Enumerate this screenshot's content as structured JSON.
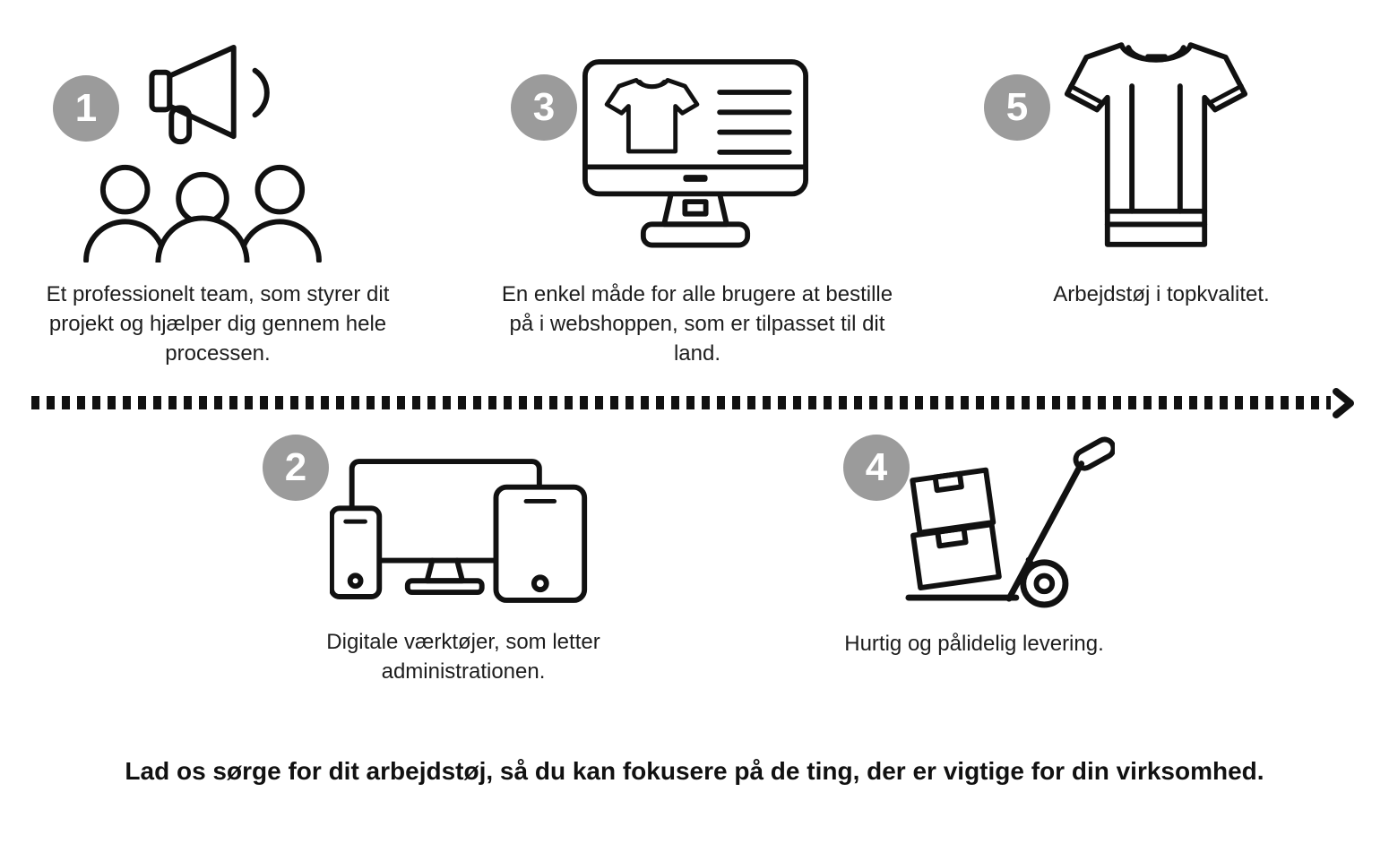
{
  "steps": [
    {
      "number": "1",
      "icon": "megaphone-team-icon",
      "caption": "Et professionelt team, som styrer dit projekt og hjælper dig gennem hele processen."
    },
    {
      "number": "2",
      "icon": "digital-devices-icon",
      "caption": "Digitale værktøjer, som letter administrationen."
    },
    {
      "number": "3",
      "icon": "webshop-monitor-icon",
      "caption": "En enkel måde for alle brugere at bestille på i webshoppen, som er tilpasset til dit land."
    },
    {
      "number": "4",
      "icon": "delivery-hand-truck-icon",
      "caption": "Hurtig og pålidelig levering."
    },
    {
      "number": "5",
      "icon": "workwear-tshirt-icon",
      "caption": "Arbejdstøj i topkvalitet."
    }
  ],
  "timeline": {
    "style": "dotted",
    "direction": "right"
  },
  "footer": "Lad os sørge for dit arbejdstøj, så du kan fokusere på de ting, der er vigtige for din virksomhed.",
  "colors": {
    "badge": "#9b9b9b",
    "ink": "#111111",
    "text": "#1d1d1d",
    "background": "#ffffff"
  }
}
